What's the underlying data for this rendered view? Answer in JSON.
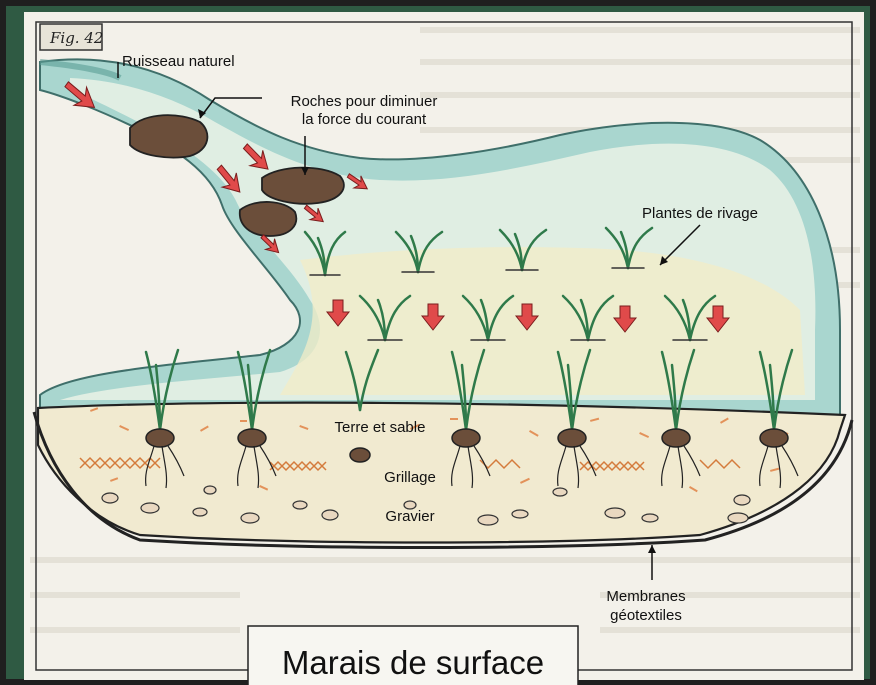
{
  "figure": {
    "number": "Fig. 42",
    "title": "Marais de surface"
  },
  "labels": {
    "stream": "Ruisseau naturel",
    "rocks_line1": "Roches pour diminuer",
    "rocks_line2": "la force du courant",
    "shore_plants": "Plantes de rivage",
    "soil": "Terre et sable",
    "mesh": "Grillage",
    "gravel": "Gravier",
    "membrane_line1": "Membranes",
    "membrane_line2": "géotextiles"
  },
  "colors": {
    "water": "#a9d6cf",
    "water_edge": "#5a9c95",
    "soil": "#f1ead0",
    "paper": "#f3f1ea",
    "flow_arrow": "#e04a4a",
    "plant": "#3c8c5a"
  }
}
